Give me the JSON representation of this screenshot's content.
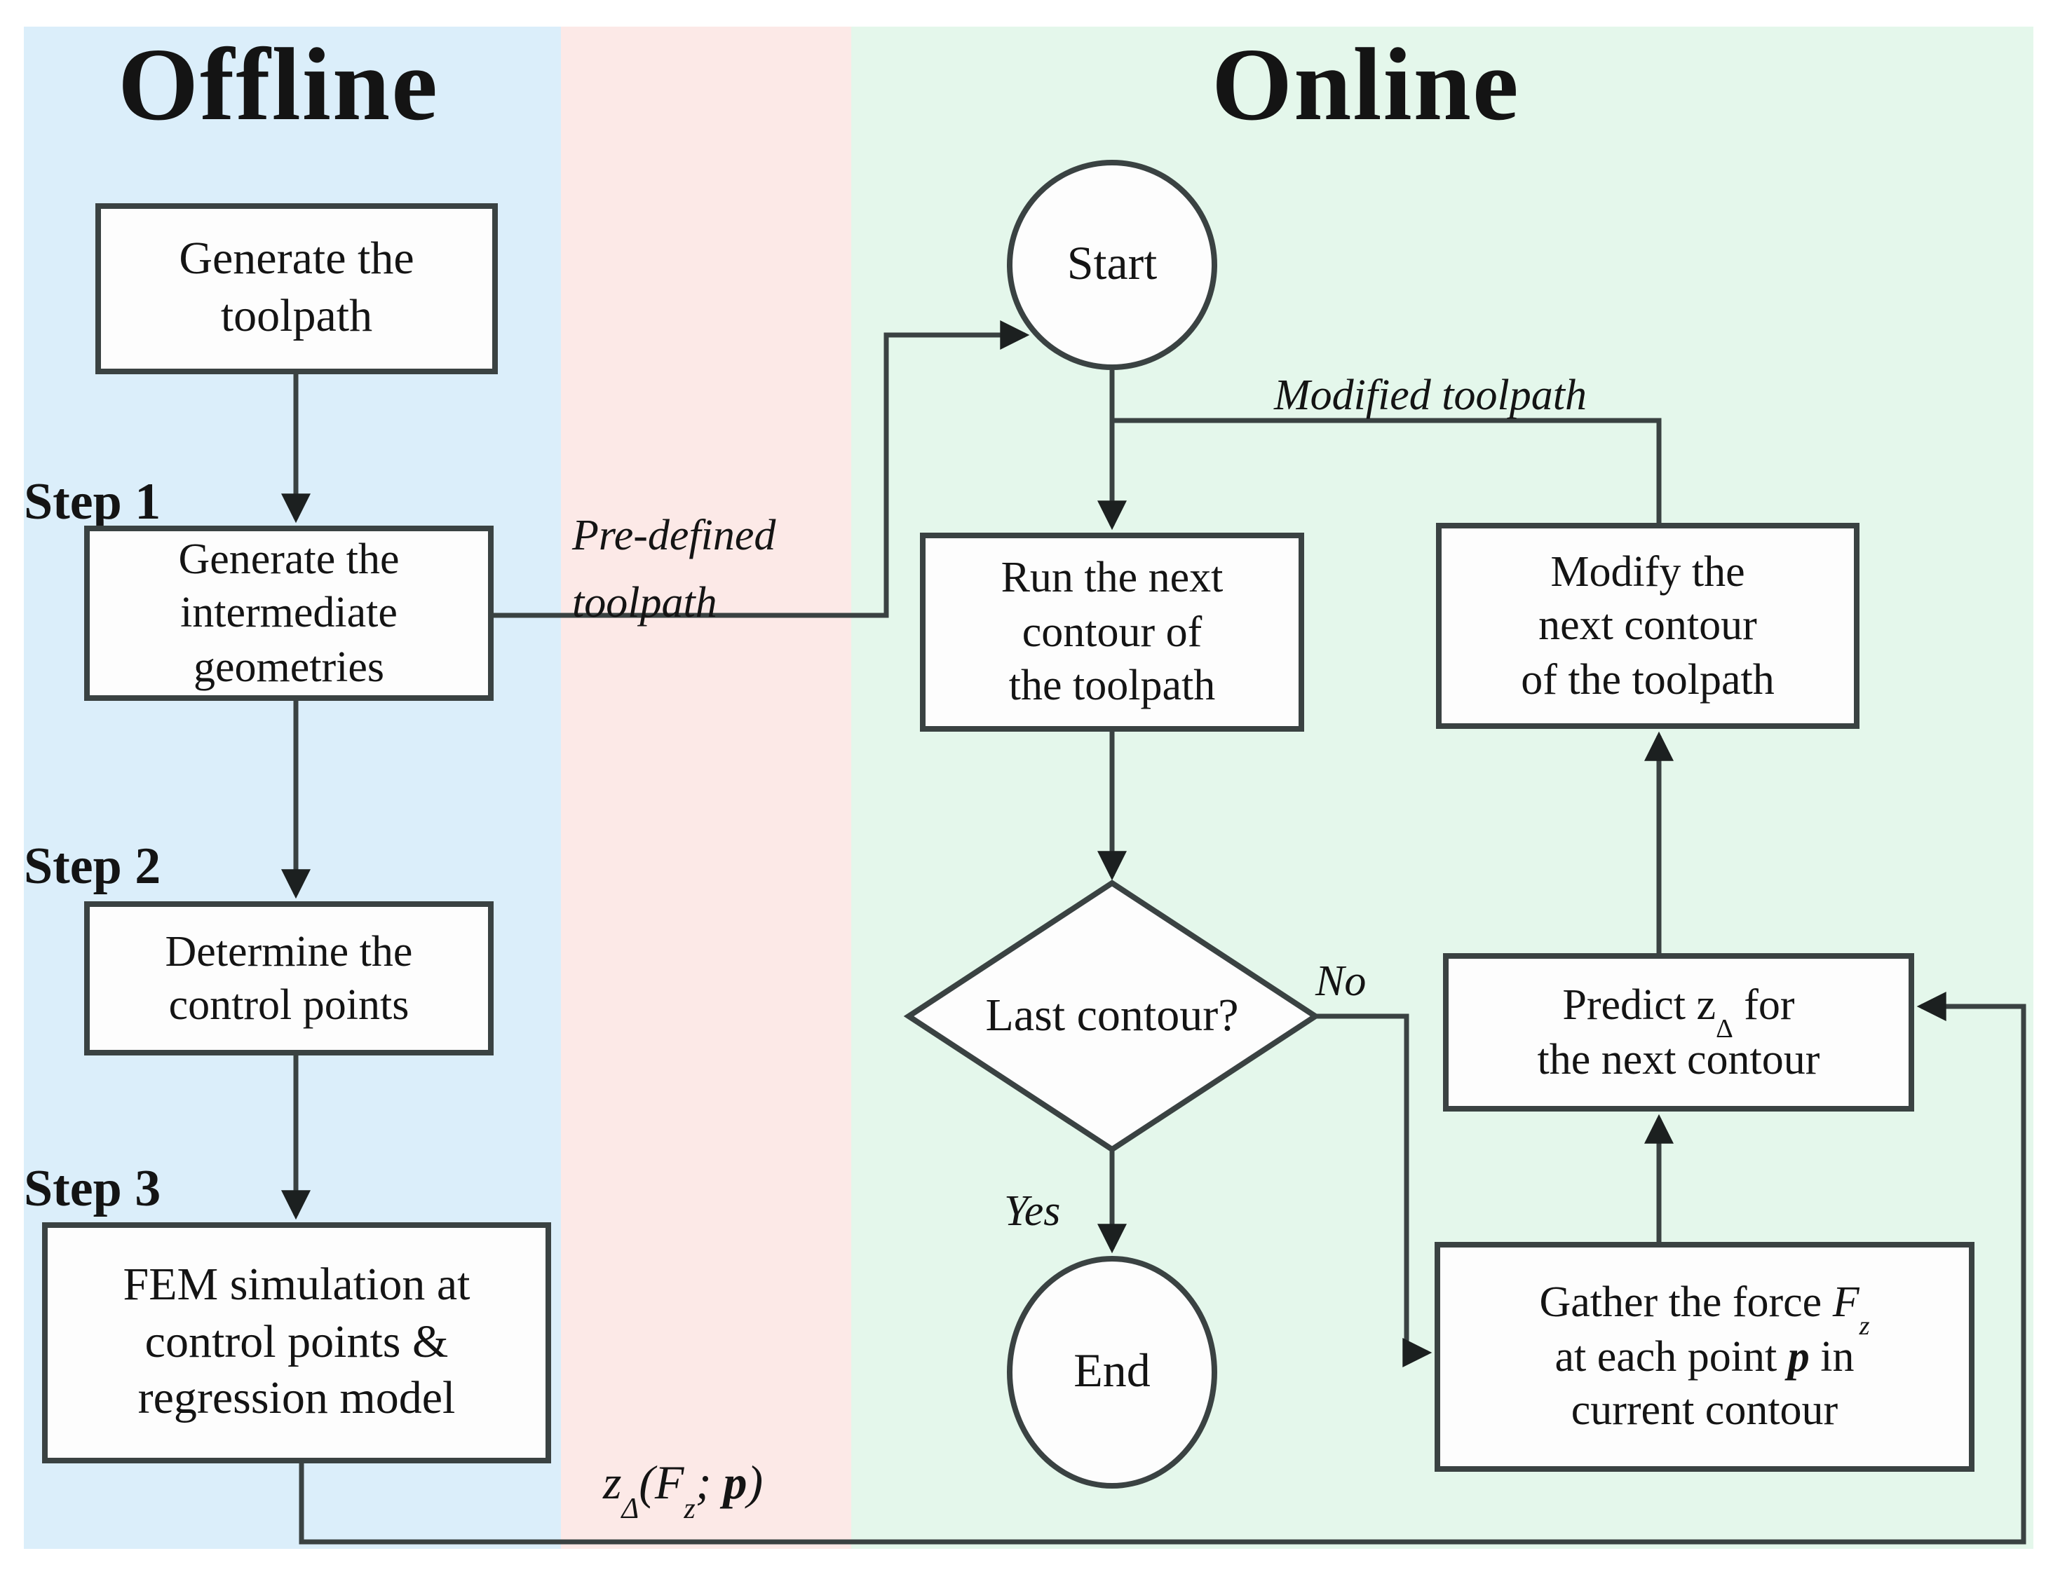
{
  "titles": {
    "offline": "Offline",
    "online": "Online"
  },
  "colors": {
    "offline_panel": "#dbeefa",
    "transfer_panel": "#fce9e7",
    "online_panel": "#e4f7eb",
    "connector_line": "#3a4242",
    "box_fill": "#fdfdfd",
    "text": "#141414"
  },
  "offline": {
    "step_labels": [
      "Step 1",
      "Step 2",
      "Step 3"
    ],
    "box_generate_toolpath": {
      "lines": [
        "Generate the",
        "toolpath"
      ]
    },
    "box_intermediate": {
      "lines": [
        "Generate the",
        "intermediate",
        "geometries"
      ]
    },
    "box_control_points": {
      "lines": [
        "Determine the",
        "control points"
      ]
    },
    "box_fem": {
      "lines": [
        "FEM simulation at",
        "control points &",
        "regression model"
      ]
    }
  },
  "transfer": {
    "predefined_label": {
      "lines": [
        "Pre-defined",
        "toolpath"
      ]
    },
    "feedback_label": {
      "z": "z",
      "z_sub": "Δ",
      "open_f": "(F",
      "f_sub": "z",
      "sep": "; ",
      "p": "p",
      "close": ")"
    }
  },
  "online": {
    "start": "Start",
    "end": "End",
    "decision": "Last contour?",
    "yes": "Yes",
    "no": "No",
    "modified_label": "Modified toolpath",
    "box_run": {
      "lines": [
        "Run the next",
        "contour of",
        "the toolpath"
      ]
    },
    "box_modify": {
      "lines": [
        "Modify the",
        "next contour",
        "of the toolpath"
      ]
    },
    "box_predict": {
      "l1_pre": "Predict z",
      "l1_sub": "Δ",
      "l1_post": " for",
      "l2": "the next contour"
    },
    "box_gather": {
      "l1_pre": "Gather the force ",
      "l1_f": "F",
      "l1_sub": "z",
      "l2_pre": "at each point ",
      "l2_p": "p",
      "l2_post": " in",
      "l3": "current contour"
    }
  }
}
